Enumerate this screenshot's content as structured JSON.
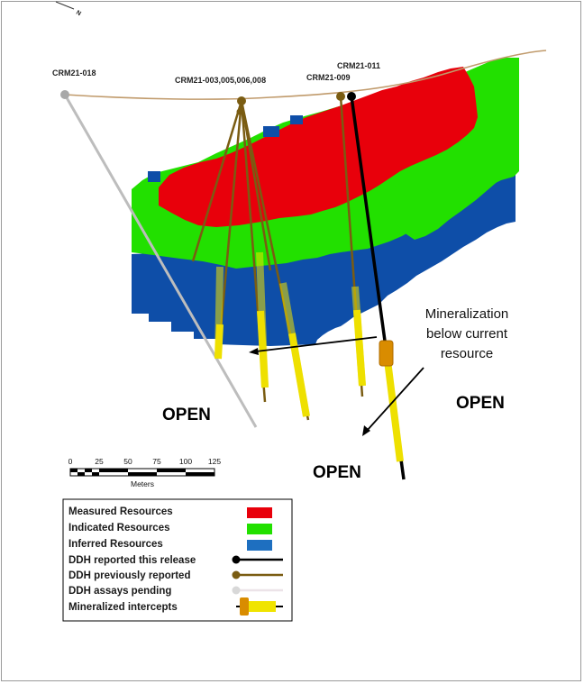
{
  "north_arrow": {
    "letter": "N"
  },
  "drill_holes": {
    "crm21_018": "CRM21-018",
    "crm21_003_group": "CRM21-003,005,006,008",
    "crm21_009": "CRM21-009",
    "crm21_011": "CRM21-011"
  },
  "callout": {
    "line1": "Mineralization",
    "line2": "below current",
    "line3": "resource"
  },
  "open_labels": [
    "OPEN",
    "OPEN",
    "OPEN"
  ],
  "scale_bar": {
    "ticks": [
      "0",
      "25",
      "50",
      "75",
      "100",
      "125"
    ],
    "unit": "Meters"
  },
  "legend": {
    "items": [
      {
        "label": "Measured Resources",
        "symbol": "swatch",
        "color": "#e8000b"
      },
      {
        "label": "Indicated Resources",
        "symbol": "swatch",
        "color": "#22e000"
      },
      {
        "label": "Inferred Resources",
        "symbol": "swatch",
        "color": "#1e6fc0"
      },
      {
        "label": "DDH reported this release",
        "symbol": "line-dot",
        "color": "#000000"
      },
      {
        "label": "DDH previously reported",
        "symbol": "line-dot",
        "color": "#7a5c12"
      },
      {
        "label": "DDH assays pending",
        "symbol": "line-dot",
        "color": "#d8d8d8"
      },
      {
        "label": "Mineralized intercepts",
        "symbol": "intercept",
        "color": "#f0e400"
      }
    ]
  },
  "colors": {
    "measured": "#e8000b",
    "indicated": "#22e000",
    "inferred": "#0e4ea8",
    "topography": "#c09a6b",
    "ddh_this_release": "#000000",
    "ddh_previous": "#7a5c12",
    "ddh_pending": "#bdbdbd",
    "intercept": "#eee000",
    "high_grade": "#d98c00"
  }
}
